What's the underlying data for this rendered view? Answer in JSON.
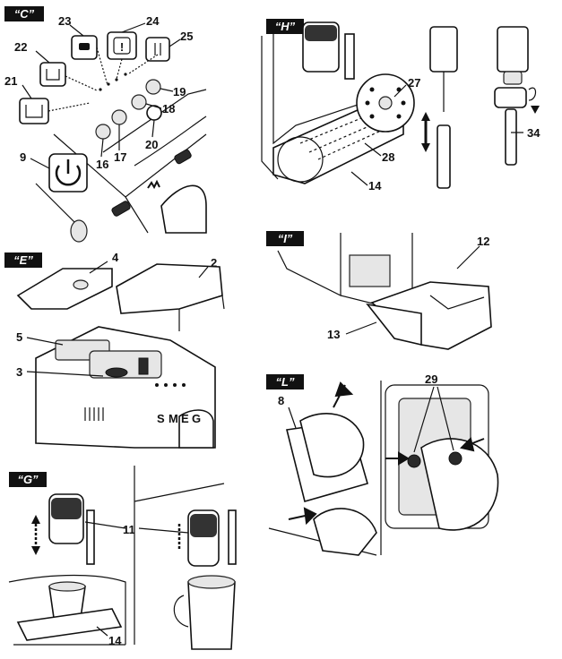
{
  "panels": {
    "C": {
      "tag": "“C”",
      "labels": [
        "23",
        "24",
        "22",
        "25",
        "21",
        "19",
        "18",
        "9",
        "16",
        "17",
        "20"
      ]
    },
    "H": {
      "tag": "“H”",
      "labels": [
        "27",
        "28",
        "14",
        "34"
      ]
    },
    "E": {
      "tag": "“E”",
      "labels": [
        "4",
        "2",
        "5",
        "3"
      ]
    },
    "I": {
      "tag": "“I”",
      "labels": [
        "12",
        "13"
      ]
    },
    "G": {
      "tag": "“G”",
      "labels": [
        "11",
        "14"
      ]
    },
    "L": {
      "tag": "“L”",
      "labels": [
        "8",
        "29"
      ]
    }
  },
  "brand_letters": [
    "S",
    "M",
    "E",
    "G"
  ],
  "colors": {
    "tag_bg": "#111111",
    "line": "#111111",
    "fill": "#e6e6e6"
  }
}
